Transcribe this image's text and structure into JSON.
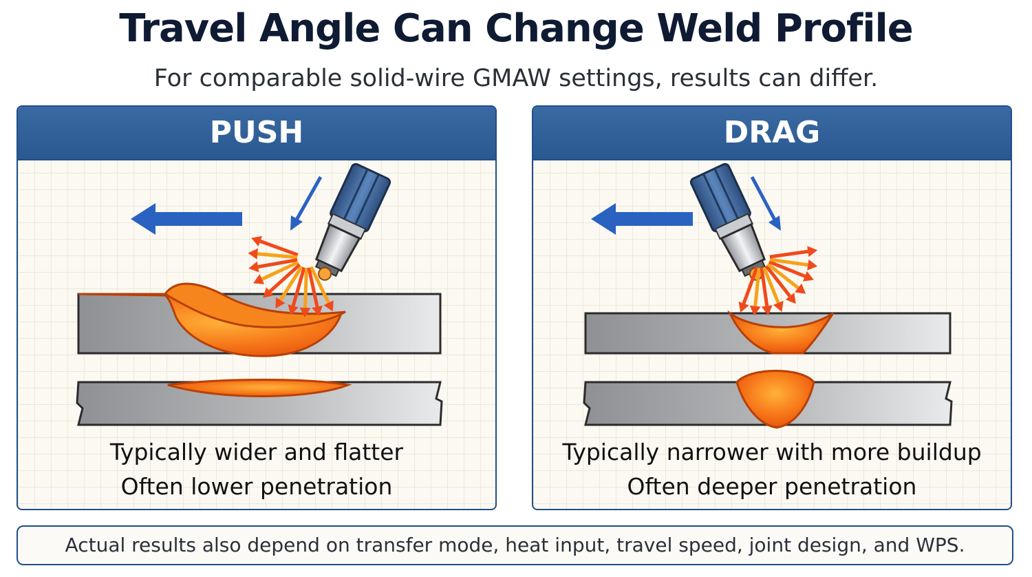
{
  "title": "Travel Angle Can Change Weld Profile",
  "subtitle": "For comparable solid-wire GMAW settings, results can differ.",
  "panels": [
    {
      "header": "PUSH",
      "line1": "Typically wider and flatter",
      "line2": "Often lower penetration"
    },
    {
      "header": "DRAG",
      "line1": "Typically narrower with more buildup",
      "line2": "Often deeper penetration"
    }
  ],
  "footer": "Actual results also depend on transfer mode, heat input, travel speed, joint design, and WPS.",
  "colors": {
    "header_blue": "#2f5e96",
    "travel_arrow": "#2a62c2",
    "weld_orange": "#f26a10",
    "spark_red": "#ef4a1c",
    "plate_grey": "#a8aaad"
  }
}
